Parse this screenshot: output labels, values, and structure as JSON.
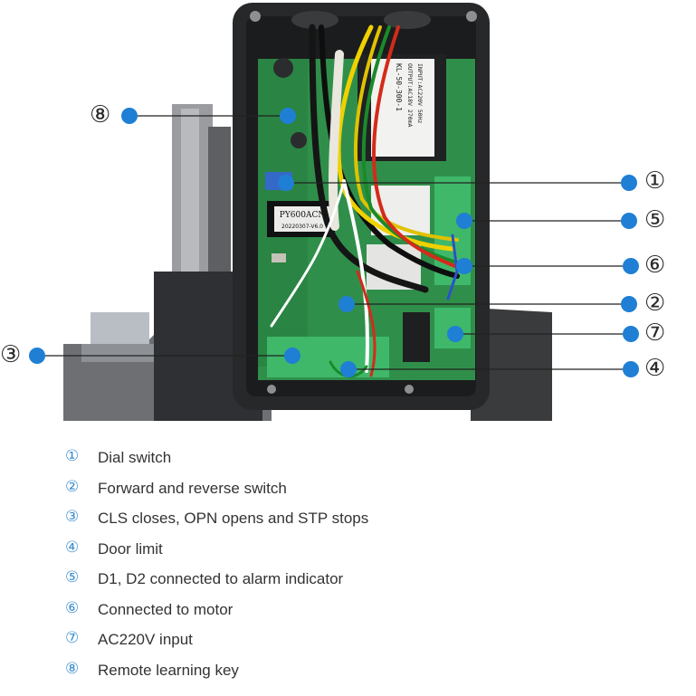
{
  "board": {
    "label_top": "PY600ACN",
    "label_bottom": "20220307-V6.0"
  },
  "transformer": {
    "line1": "INPUT:AC220V 50Hz",
    "line2": "OUTPUT:AC18V 270mA",
    "line3": "KL-50-300-1"
  },
  "callouts": [
    {
      "num": "①",
      "text": "Dial switch"
    },
    {
      "num": "②",
      "text": "Forward and reverse switch"
    },
    {
      "num": "③",
      "text": "CLS closes, OPN opens and STP stops"
    },
    {
      "num": "④",
      "text": "Door limit"
    },
    {
      "num": "⑤",
      "text": "D1, D2 connected to alarm indicator"
    },
    {
      "num": "⑥",
      "text": "Connected to motor"
    },
    {
      "num": "⑦",
      "text": "AC220V input"
    },
    {
      "num": "⑧",
      "text": "Remote learning key"
    }
  ],
  "colors": {
    "marker": "#1f7fd4",
    "legend_number": "#3d8fcf",
    "board": "#2f8f4a",
    "terminal": "#3fb86a"
  }
}
